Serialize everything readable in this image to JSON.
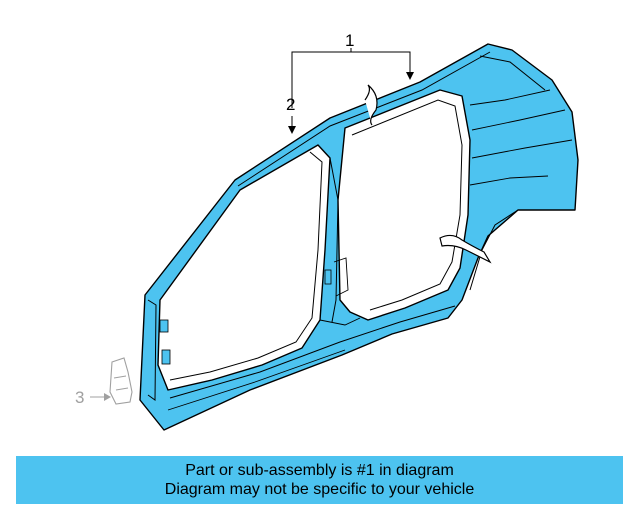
{
  "colors": {
    "part_fill": "#4dc3f0",
    "outline": "#000000",
    "banner_bg": "#4dc3f0",
    "faded_part": "#b0b0b0"
  },
  "diagram": {
    "callouts": {
      "one": "1",
      "two": "2",
      "three": "3"
    }
  },
  "banner": {
    "line1": "Part or sub-assembly is #1 in diagram",
    "line2": "Diagram may not be specific to your vehicle"
  }
}
